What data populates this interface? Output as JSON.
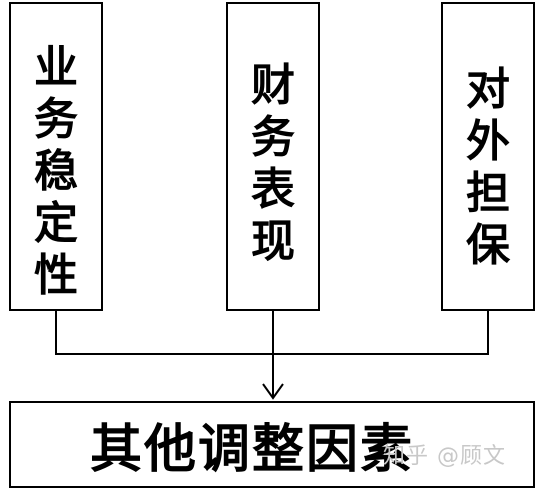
{
  "diagram": {
    "top_boxes": [
      {
        "label": "业务稳定性"
      },
      {
        "label": "财务表现"
      },
      {
        "label": "对外担保"
      }
    ],
    "bottom_box": {
      "label": "其他调整因素"
    },
    "watermark": "知乎 @顾文"
  }
}
